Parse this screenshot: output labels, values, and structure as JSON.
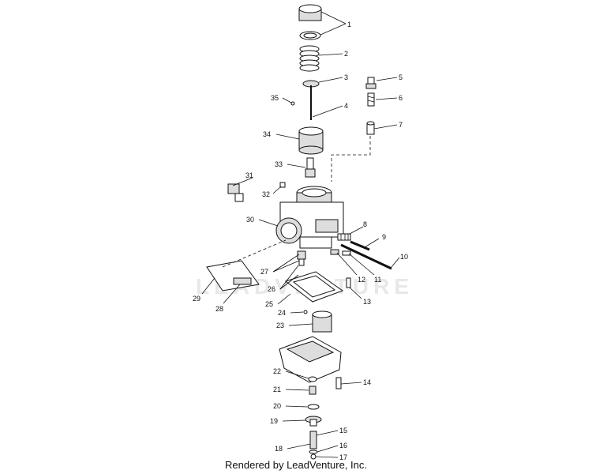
{
  "watermark": "LEADVENTURE",
  "footer": "Rendered by LeadVenture, Inc.",
  "callouts": [
    "1",
    "2",
    "3",
    "4",
    "5",
    "6",
    "7",
    "8",
    "9",
    "10",
    "11",
    "12",
    "13",
    "14",
    "15",
    "16",
    "17",
    "18",
    "19",
    "20",
    "21",
    "22",
    "23",
    "24",
    "25",
    "26",
    "27",
    "28",
    "29",
    "30",
    "31",
    "32",
    "33",
    "34",
    "35"
  ]
}
